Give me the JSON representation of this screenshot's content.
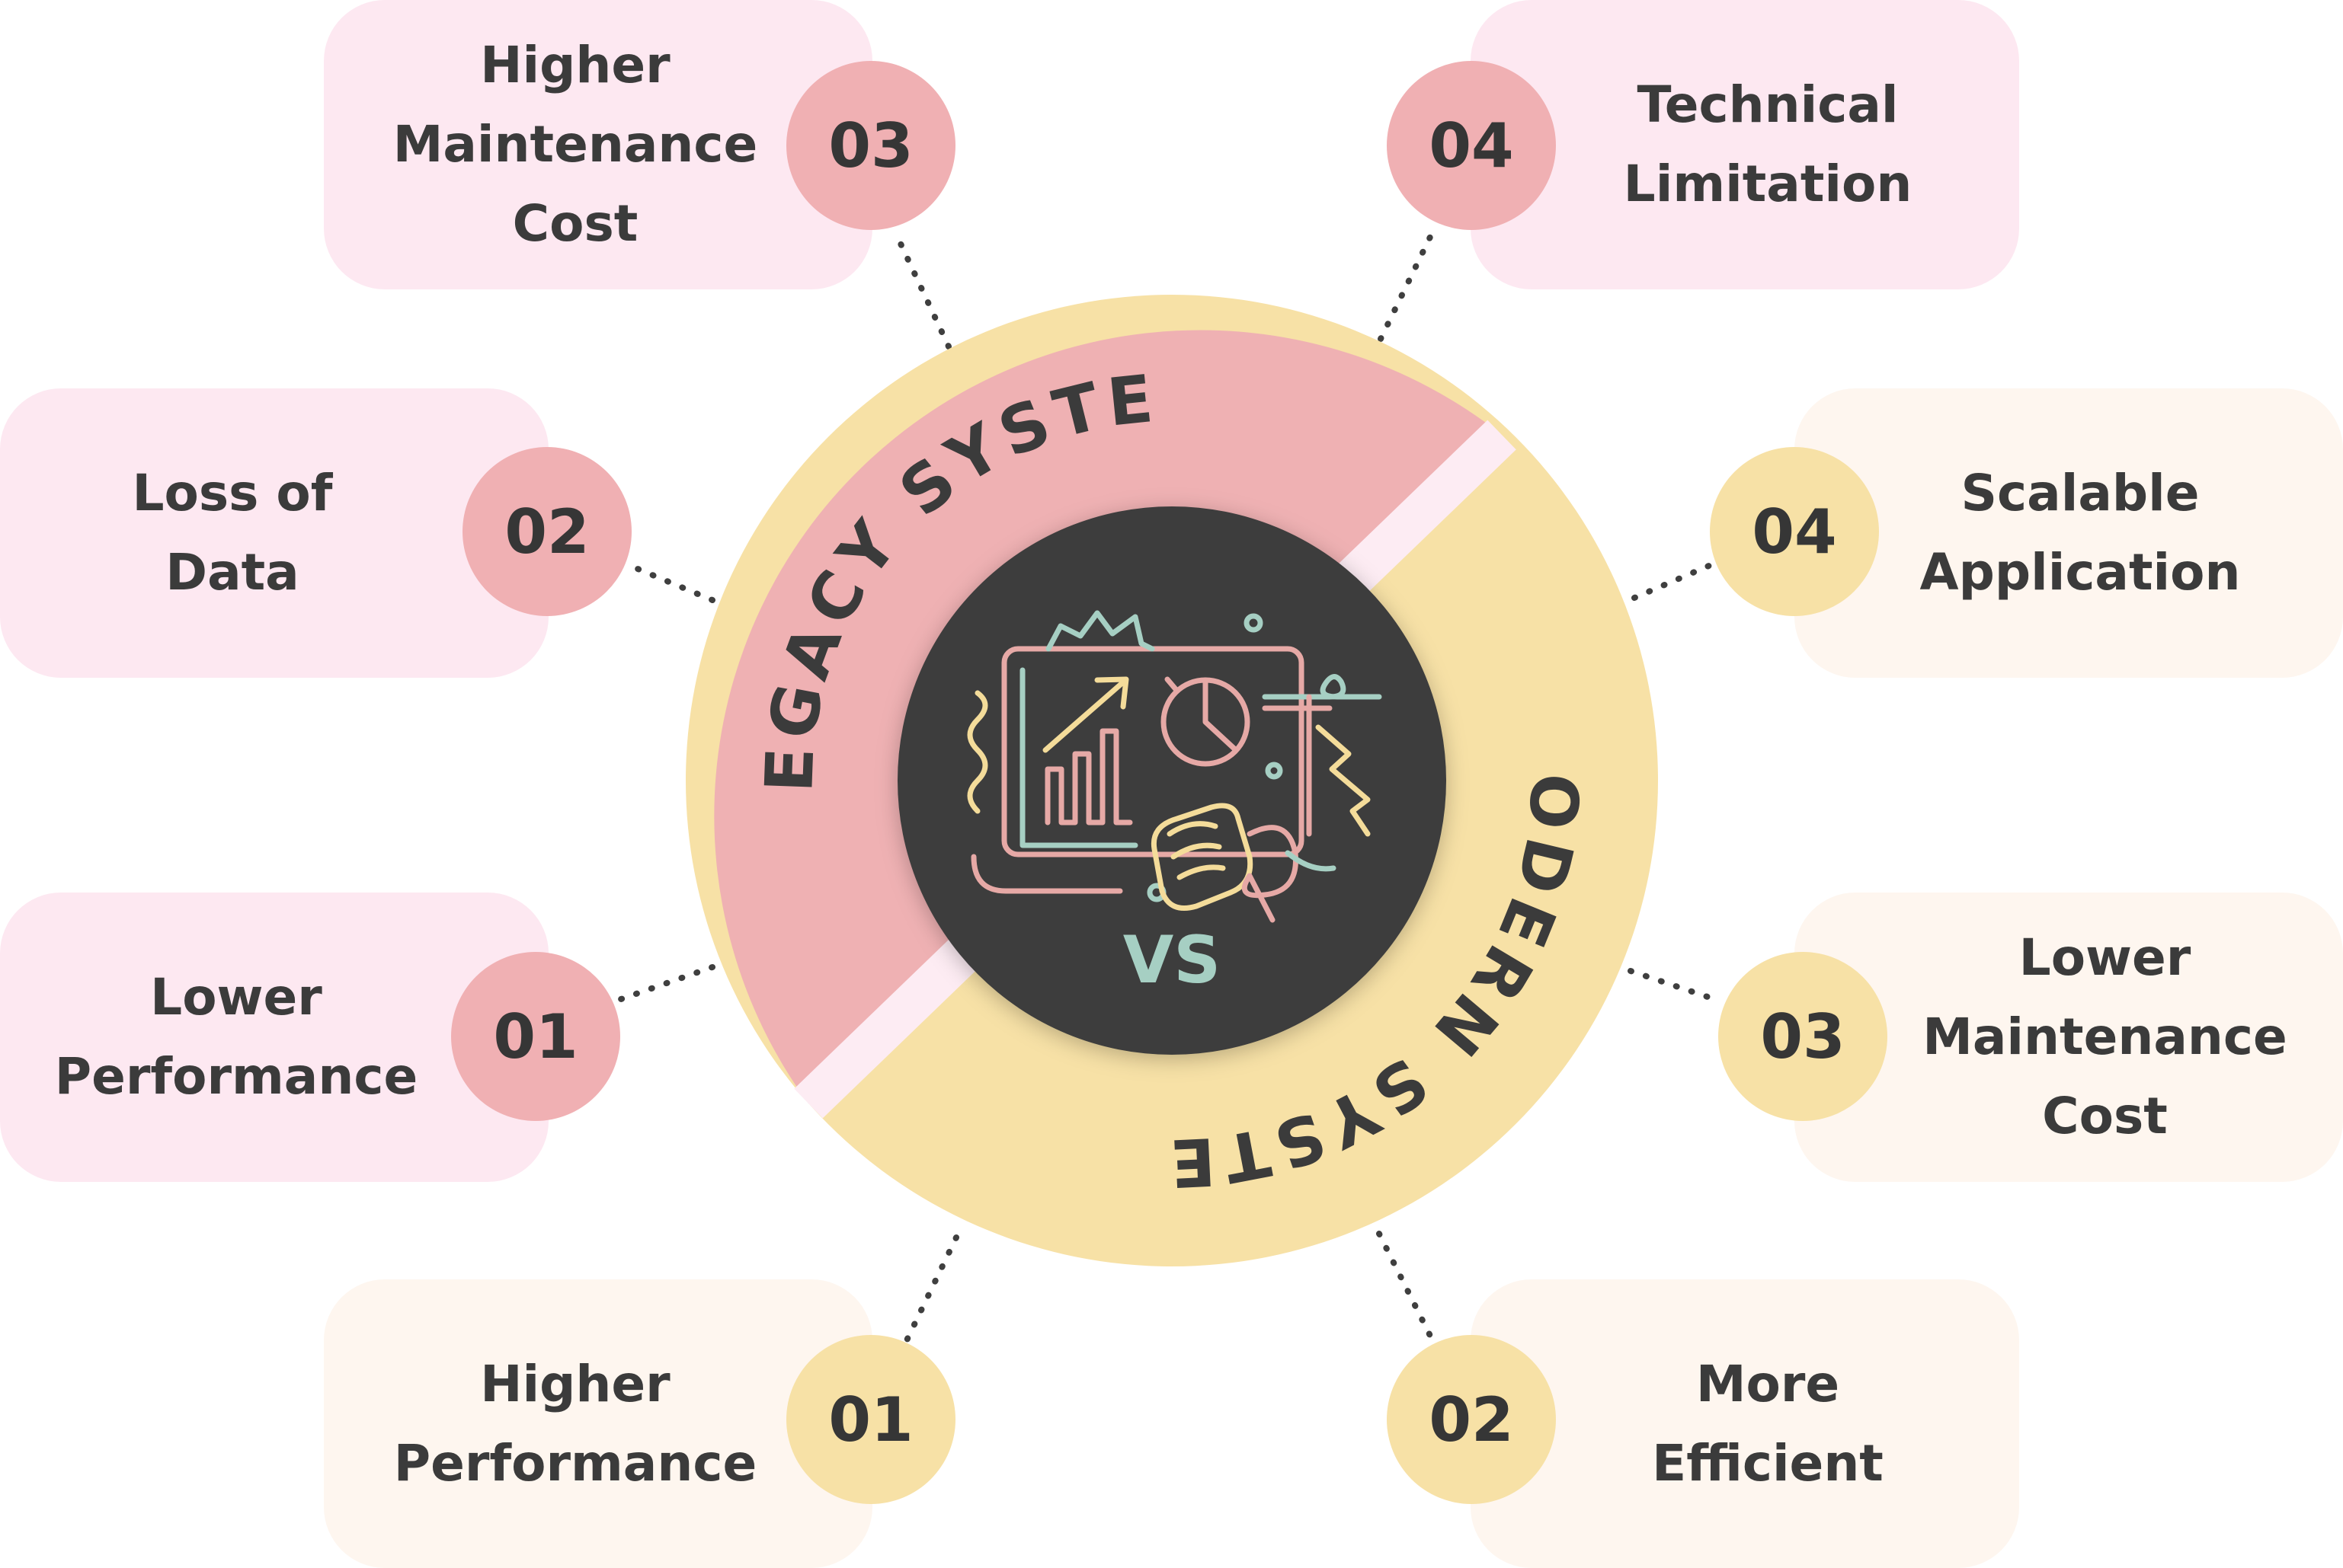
{
  "center": {
    "label": "VS",
    "icon": "business-analytics-icon"
  },
  "legacy": {
    "title": "LEGACY SYSTEM",
    "items": [
      {
        "number": "01",
        "label": "Lower\nPerformance"
      },
      {
        "number": "02",
        "label": "Loss of\nData"
      },
      {
        "number": "03",
        "label": "Higher\nMaintenance\nCost"
      },
      {
        "number": "04",
        "label": "Technical\nLimitation"
      }
    ]
  },
  "modern": {
    "title": "MODERN SYSTEM",
    "items": [
      {
        "number": "01",
        "label": "Higher\nPerformance"
      },
      {
        "number": "02",
        "label": "More\nEfficient"
      },
      {
        "number": "03",
        "label": "Lower\nMaintenance\nCost"
      },
      {
        "number": "04",
        "label": "Scalable\nApplication"
      }
    ]
  },
  "colors": {
    "legacy": "#efb1b3",
    "modern": "#f7e1a6",
    "legacy_card": "#fde8f1",
    "modern_card": "#fef6ef",
    "center": "#3d3d3d",
    "vs": "#a6cfc3",
    "text": "#3b3b3b"
  }
}
